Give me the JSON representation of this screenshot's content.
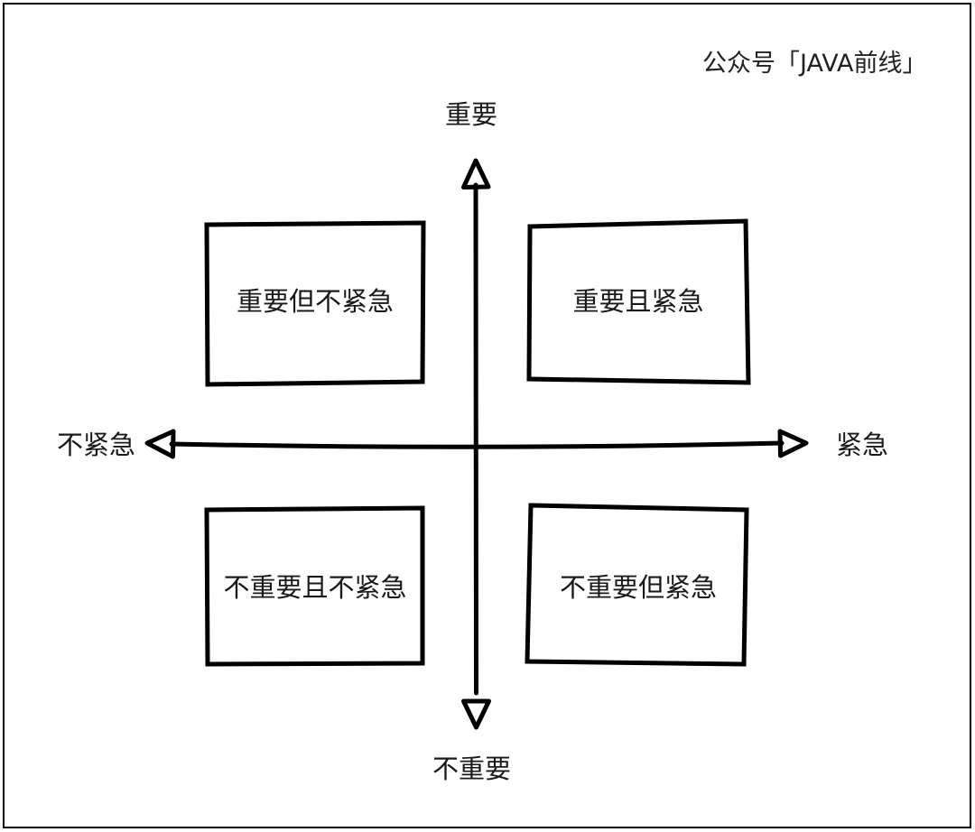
{
  "diagram": {
    "title_watermark": "公众号「JAVA前线」",
    "axes": {
      "vertical": {
        "top_label": "重要",
        "bottom_label": "不重要"
      },
      "horizontal": {
        "left_label": "不紧急",
        "right_label": "紧急"
      }
    },
    "quadrants": [
      {
        "id": "q1",
        "position": "top-right",
        "label": "重要且紧急"
      },
      {
        "id": "q2",
        "position": "top-left",
        "label": "重要但不紧急"
      },
      {
        "id": "q3",
        "position": "bottom-left",
        "label": "不重要且不紧急"
      },
      {
        "id": "q4",
        "position": "bottom-right",
        "label": "不重要但紧急"
      }
    ],
    "icons": {
      "arrow_up": "arrow-up-icon",
      "arrow_down": "arrow-down-icon",
      "arrow_left": "arrow-left-icon",
      "arrow_right": "arrow-right-icon"
    },
    "colors": {
      "stroke": "#000000",
      "background": "#ffffff",
      "text": "#1a1a1a"
    }
  }
}
